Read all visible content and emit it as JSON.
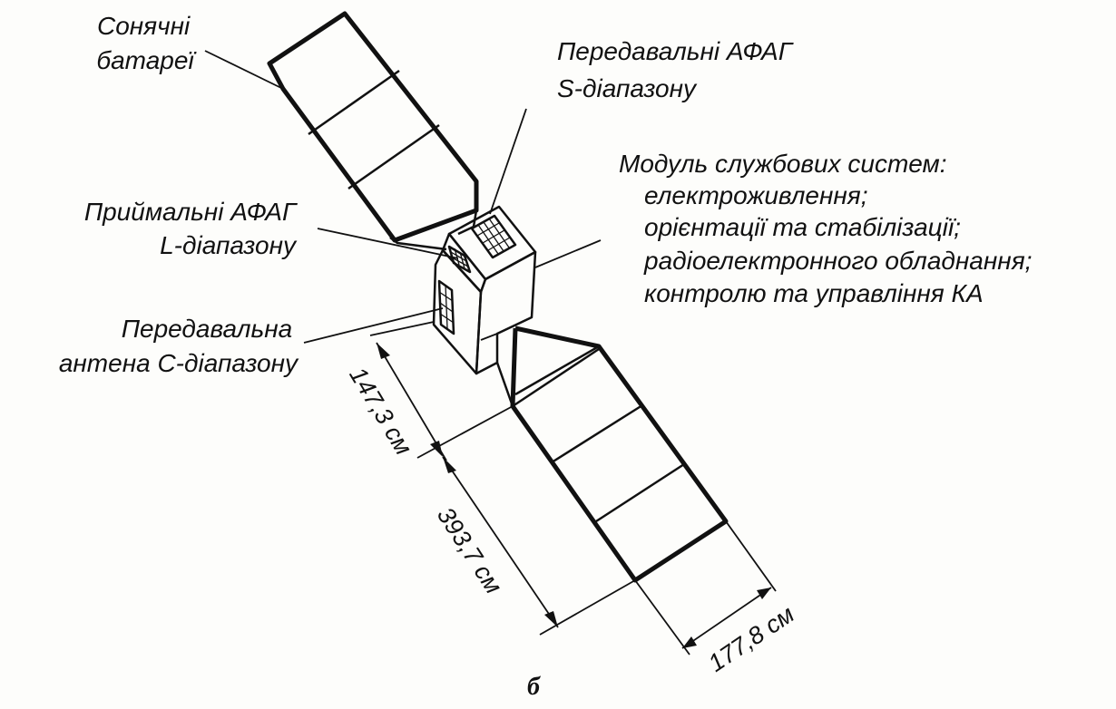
{
  "labels": {
    "solar_panels": [
      "Сонячні",
      "батареї"
    ],
    "tx_s_band": [
      "Передавальні АФАГ",
      "S-діапазону"
    ],
    "service_module": [
      "Модуль службових систем:",
      "електроживлення;",
      "орієнтації та стабілізації;",
      "радіоелектронного обладнання;",
      "контролю та управління КА"
    ],
    "rx_l_band": [
      "Приймальні АФАГ",
      "L-діапазону"
    ],
    "tx_c_band": [
      "Передавальна",
      "антена С-діапазону"
    ]
  },
  "dimensions": {
    "d1": "147,3 см",
    "d2": "393,7 см",
    "d3": "177,8 см"
  },
  "caption": "б"
}
